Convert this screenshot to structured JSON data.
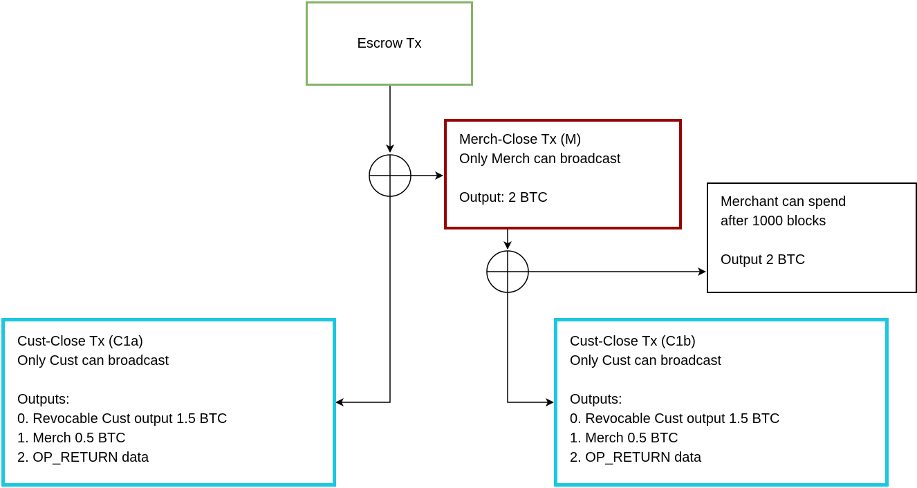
{
  "escrow": {
    "label": "Escrow Tx"
  },
  "merch_close": {
    "lines": [
      "Merch-Close Tx  (M)",
      "Only Merch can broadcast",
      "",
      "Output: 2 BTC"
    ]
  },
  "merchant_spend": {
    "lines": [
      "Merchant can spend",
      "after 1000 blocks",
      "",
      "Output 2 BTC"
    ]
  },
  "cust_close_a": {
    "lines": [
      "Cust-Close Tx  (C1a)",
      "Only Cust can broadcast",
      "",
      "Outputs:",
      "0. Revocable Cust output 1.5 BTC",
      "1. Merch 0.5 BTC",
      "2. OP_RETURN data"
    ]
  },
  "cust_close_b": {
    "lines": [
      "Cust-Close Tx  (C1b)",
      "Only Cust can broadcast",
      "",
      "Outputs:",
      "0. Revocable Cust output 1.5 BTC",
      "1. Merch 0.5 BTC",
      "2. OP_RETURN data"
    ]
  },
  "colors": {
    "escrow_border": "#82b366",
    "merch_border": "#990000",
    "cust_border": "#1bc8df",
    "line": "#000000"
  }
}
